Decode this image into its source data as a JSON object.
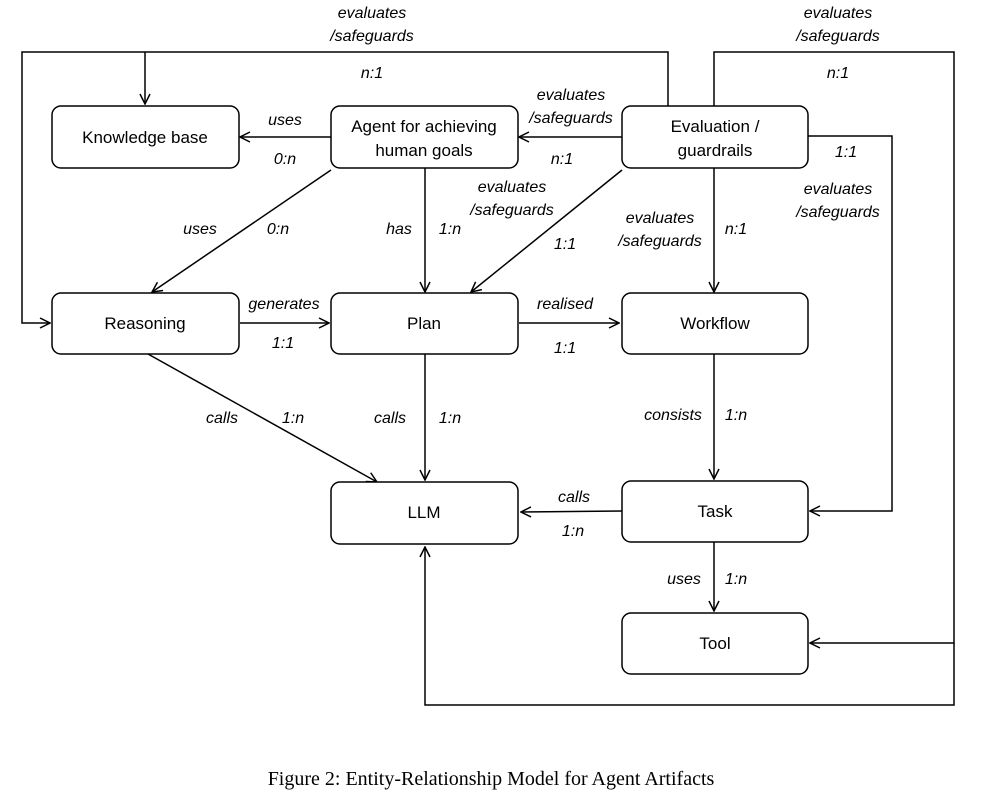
{
  "diagram": {
    "nodes": {
      "knowledge_base": "Knowledge base",
      "agent_line1": "Agent for achieving",
      "agent_line2": "human goals",
      "evaluation_line1": "Evaluation /",
      "evaluation_line2": "guardrails",
      "reasoning": "Reasoning",
      "plan": "Plan",
      "workflow": "Workflow",
      "llm": "LLM",
      "task": "Task",
      "tool": "Tool"
    },
    "edges": {
      "agent_kb": {
        "relation": "uses",
        "cardinality": "0:n"
      },
      "agent_reasoning": {
        "relation": "uses",
        "cardinality": "0:n"
      },
      "agent_plan": {
        "relation": "has",
        "cardinality": "1:n"
      },
      "eval_agent": {
        "relation_line1": "evaluates",
        "relation_line2": "/safeguards",
        "cardinality": "n:1"
      },
      "eval_plan": {
        "relation_line1": "evaluates",
        "relation_line2": "/safeguards",
        "cardinality": "1:1"
      },
      "eval_workflow": {
        "relation_line1": "evaluates",
        "relation_line2": "/safeguards",
        "cardinality": "n:1"
      },
      "eval_task": {
        "relation_line1": "evaluates",
        "relation_line2": "/safeguards",
        "cardinality": "1:1"
      },
      "eval_kb_reasoning": {
        "relation_line1": "evaluates",
        "relation_line2": "/safeguards",
        "cardinality": "n:1"
      },
      "eval_tool_llm": {
        "relation_line1": "evaluates",
        "relation_line2": "/safeguards",
        "cardinality": "n:1"
      },
      "reasoning_plan": {
        "relation": "generates",
        "cardinality": "1:1"
      },
      "plan_workflow": {
        "relation": "realised",
        "cardinality": "1:1"
      },
      "reasoning_llm": {
        "relation": "calls",
        "cardinality": "1:n"
      },
      "plan_llm": {
        "relation": "calls",
        "cardinality": "1:n"
      },
      "workflow_task": {
        "relation": "consists",
        "cardinality": "1:n"
      },
      "task_llm": {
        "relation": "calls",
        "cardinality": "1:n"
      },
      "task_tool": {
        "relation": "uses",
        "cardinality": "1:n"
      }
    }
  },
  "caption": "Figure 2: Entity-Relationship Model for Agent Artifacts"
}
